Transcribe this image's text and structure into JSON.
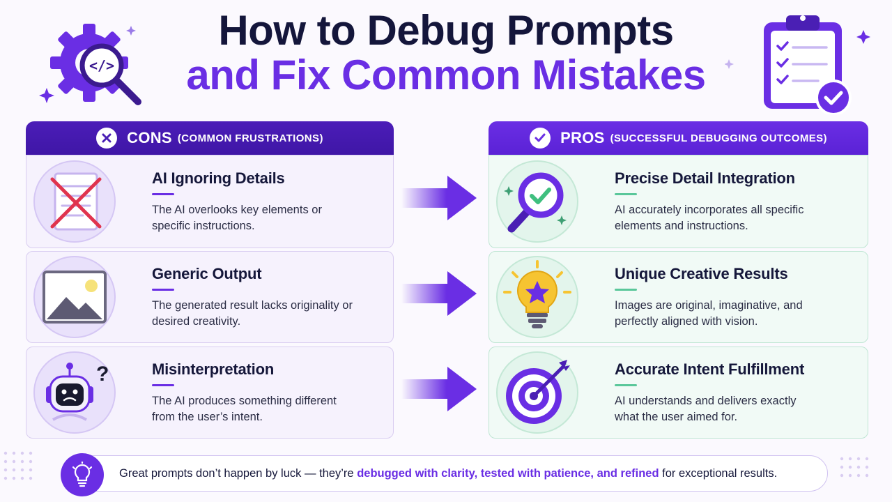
{
  "title": {
    "line1": "How to Debug Prompts",
    "line2": "and Fix Common Mistakes"
  },
  "colors": {
    "accent": "#6a2ee4",
    "dark_header": "#4a1fb4",
    "green": "#5ac79a",
    "error_red": "#e0344e",
    "bulb_yellow": "#f6c431"
  },
  "cons": {
    "header": "CONS",
    "header_sub": "(COMMON FRUSTRATIONS)",
    "header_icon": "x-circle-icon",
    "items": [
      {
        "title": "AI Ignoring Details",
        "desc": "The AI overlooks key elements or specific instructions.",
        "icon": "crossed-document-icon"
      },
      {
        "title": "Generic Output",
        "desc": "The generated result lacks originality or desired creativity.",
        "icon": "image-placeholder-icon"
      },
      {
        "title": "Misinterpretation",
        "desc": "The AI produces something different from the user’s intent.",
        "icon": "confused-robot-icon"
      }
    ]
  },
  "pros": {
    "header": "PROS",
    "header_sub": "(SUCCESSFUL DEBUGGING OUTCOMES)",
    "header_icon": "check-circle-icon",
    "items": [
      {
        "title": "Precise Detail Integration",
        "desc": "AI accurately incorporates all specific elements and instructions.",
        "icon": "magnifier-check-icon"
      },
      {
        "title": "Unique Creative Results",
        "desc": "Images are original, imaginative, and perfectly aligned with vision.",
        "icon": "lightbulb-star-icon"
      },
      {
        "title": "Accurate Intent Fulfillment",
        "desc": "AI understands and delivers exactly what the user aimed for.",
        "icon": "target-arrow-icon"
      }
    ]
  },
  "footer": {
    "icon": "lightbulb-icon",
    "text_start": "Great prompts don’t happen by luck — they’re ",
    "highlight": "debugged with clarity, tested with patience, and refined",
    "text_end": " for exceptional results."
  },
  "decor": {
    "left_icon": "gear-code-magnifier-icon",
    "right_icon": "clipboard-checklist-icon"
  }
}
